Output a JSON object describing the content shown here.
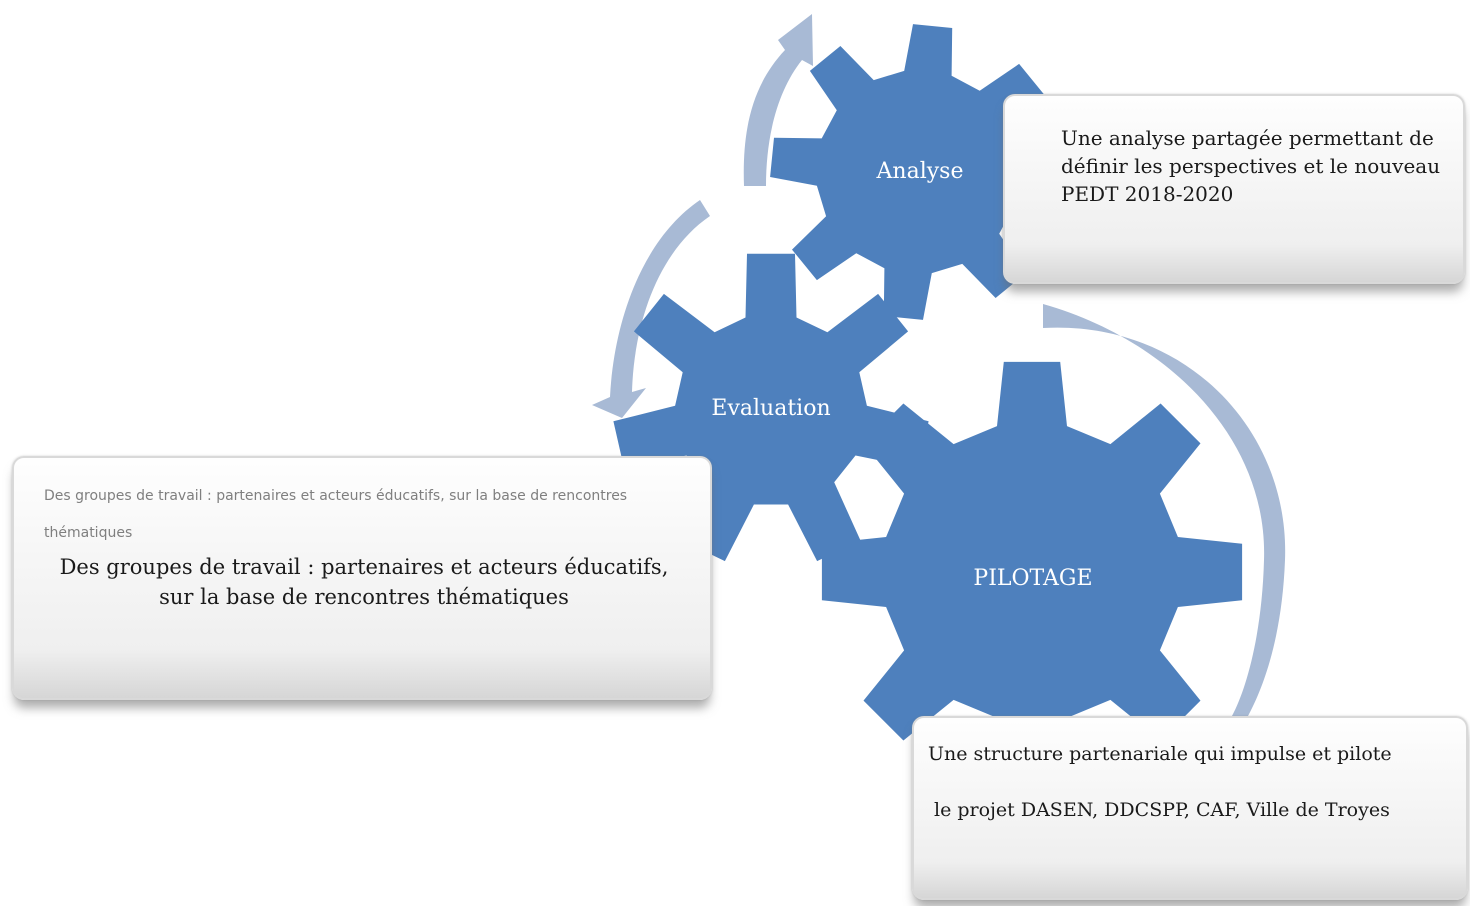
{
  "gears": {
    "analyse": "Analyse",
    "evaluation": "Evaluation",
    "pilotage": "PILOTAGE"
  },
  "boxes": {
    "analyse": {
      "text": "Une analyse partagée permettant de définir les perspectives et le nouveau PEDT 2018-2020"
    },
    "evaluation": {
      "ghost_text": "Des groupes de travail : partenaires et acteurs éducatifs, sur la base de rencontres thématiques",
      "text": "Des groupes de travail : partenaires et acteurs éducatifs, sur la base de rencontres thématiques"
    },
    "pilotage": {
      "line1": "Une structure partenariale qui impulse et pilote",
      "line2": "le projet DASEN, DDCSPP, CAF, Ville de Troyes"
    }
  },
  "colors": {
    "gear": "#4e80bd",
    "arrow": "#a8bad5",
    "box_border": "#d9d9d9"
  }
}
